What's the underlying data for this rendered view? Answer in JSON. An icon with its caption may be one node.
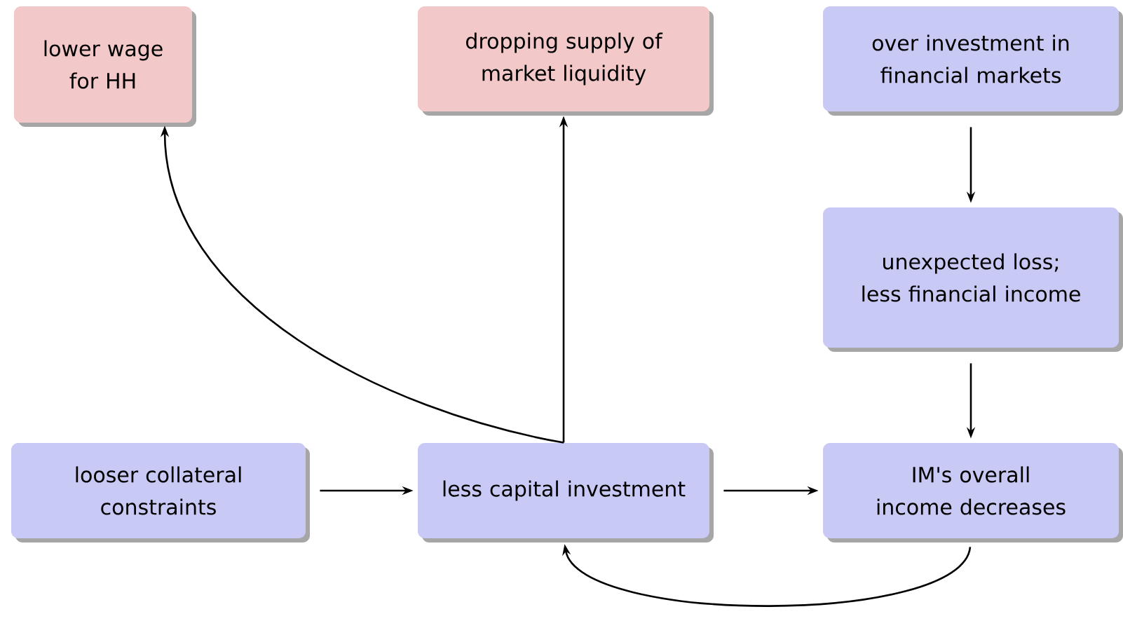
{
  "diagram": {
    "nodes": [
      {
        "text": [
          "lower wage for HH"
        ]
      },
      {
        "text": [
          "dropping supply of market liquidity"
        ]
      },
      {
        "text": [
          "over investment in financial markets"
        ]
      },
      {
        "text": [
          "unexpected loss; less financial income"
        ]
      },
      {
        "text": [
          "looser collateral constraints"
        ]
      },
      {
        "text": [
          "less capital investment"
        ]
      },
      {
        "text": [
          "IM's overall income decreases"
        ]
      }
    ],
    "edges": [
      {
        "from": 2,
        "to": 3,
        "arrow": "to"
      },
      {
        "from": 3,
        "to": 6,
        "arrow": "to"
      },
      {
        "from": 4,
        "to": 5,
        "arrow": "to"
      },
      {
        "from": 5,
        "to": 6,
        "arrow": "to"
      },
      {
        "from": 6,
        "to": 5,
        "arrow": "to"
      },
      {
        "from": 5,
        "to": 1,
        "arrow": "to"
      },
      {
        "from": 5,
        "to": 0,
        "arrow": "to"
      }
    ]
  }
}
